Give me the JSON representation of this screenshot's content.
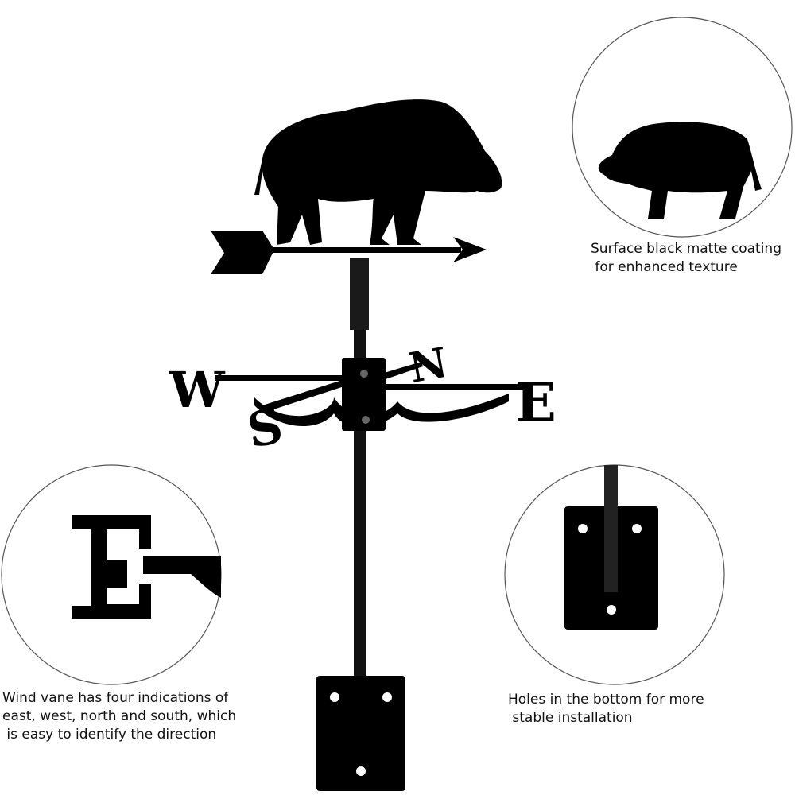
{
  "product": {
    "compass_letters": {
      "west": "W",
      "north": "N",
      "east": "E",
      "south": "S"
    },
    "colors": {
      "metal": "#000000",
      "circle_border": "#444444",
      "background": "#ffffff"
    }
  },
  "callouts": {
    "coating": {
      "line1": "Surface black matte coating",
      "line2": " for enhanced texture"
    },
    "directions": {
      "line1": "Wind vane has four indications of",
      "line2": "east, west, north and south, which",
      "line3": " is easy to identify the direction"
    },
    "holes": {
      "line1": "Holes in the bottom for more",
      "line2": " stable installation"
    }
  }
}
